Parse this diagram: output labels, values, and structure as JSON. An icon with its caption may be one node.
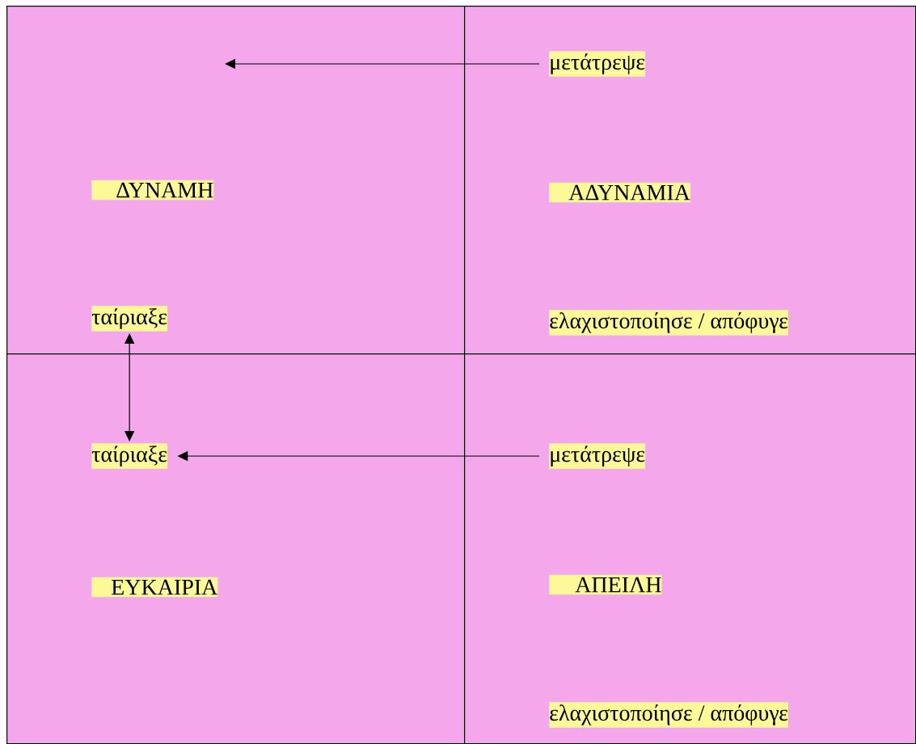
{
  "diagram": {
    "nodes": [
      {
        "text": [],
        "shape": "box"
      },
      {
        "text": [
          "ΔΥΝΑΜΗ"
        ],
        "in": 0
      },
      {
        "text": [
          "ταίριαξε"
        ],
        "in": 0
      },
      {
        "text": [],
        "shape": "box"
      },
      {
        "text": [
          "μετάτρεψε"
        ],
        "in": 3
      },
      {
        "text": [
          "ΑΔΥΝΑΜΙΑ"
        ],
        "in": 3
      },
      {
        "text": [
          "ελαχιστοποίησε / απόφυγε"
        ],
        "in": 3
      },
      {
        "text": [],
        "shape": "box"
      },
      {
        "text": [
          "ταίριαξε"
        ],
        "in": 7
      },
      {
        "text": [
          "ΕΥΚΑΙΡΙΑ"
        ],
        "in": 7
      },
      {
        "text": [],
        "shape": "box"
      },
      {
        "text": [
          "μετάτρεψε"
        ],
        "in": 10
      },
      {
        "text": [
          "ΑΠΕΙΛΗ"
        ],
        "in": 10
      },
      {
        "text": [
          "ελαχιστοποίησε / απόφυγε"
        ],
        "in": 10
      }
    ],
    "edges": [
      {
        "from": 4,
        "to": null,
        "arrow": "to"
      },
      {
        "from": 2,
        "to": 8,
        "arrow": "both"
      },
      {
        "from": 11,
        "to": 8,
        "arrow": "to"
      }
    ]
  }
}
